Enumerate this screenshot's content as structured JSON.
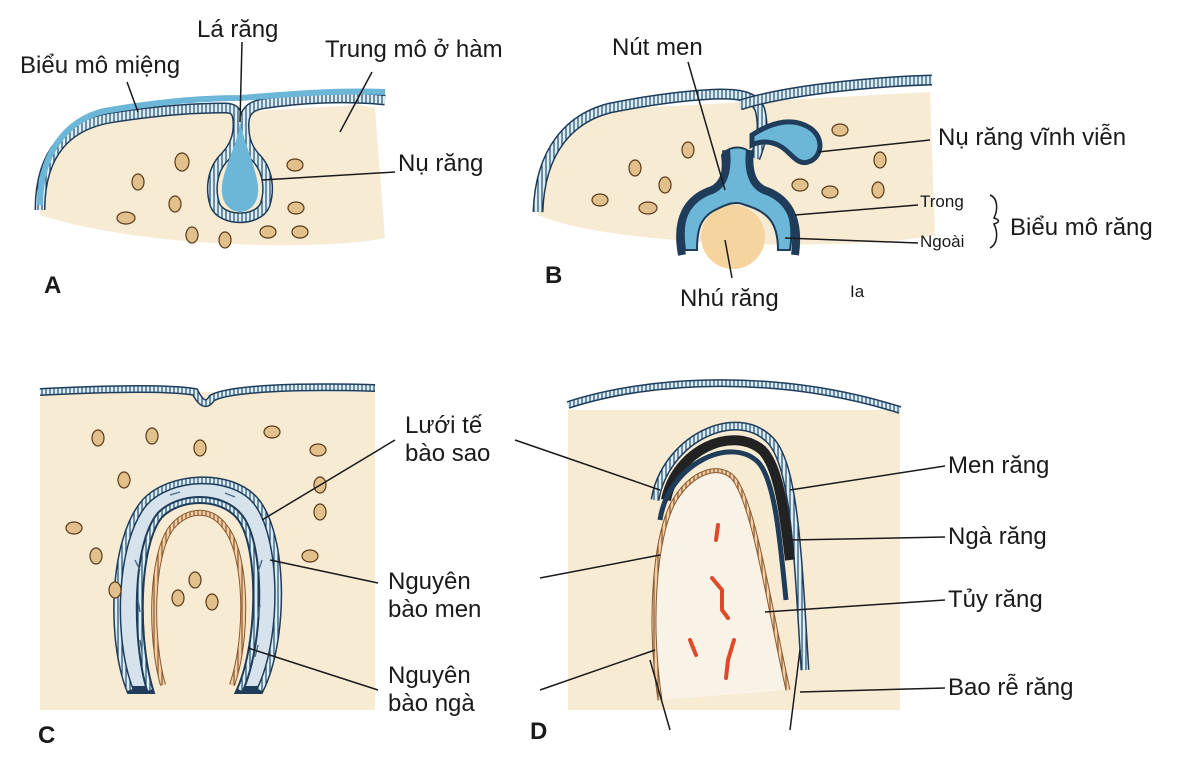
{
  "figure": {
    "panels": {
      "a": "A",
      "b": "B",
      "c": "C",
      "d": "D"
    },
    "stray_mark": "Ia",
    "labels": {
      "bieu_mo_mieng": "Biểu mô miệng",
      "la_rang": "Lá răng",
      "trung_mo_o_ham": "Trung mô ở hàm",
      "nu_rang": "Nụ răng",
      "nut_men": "Nút men",
      "nu_rang_vinh_vien": "Nụ răng vĩnh viễn",
      "trong": "Trong",
      "ngoai": "Ngoài",
      "bieu_mo_rang": "Biểu mô răng",
      "nhu_rang": "Nhú răng",
      "luoi_te_bao_sao": "Lưới tế bào sao",
      "nguyen_bao_men": "Nguyên bào men",
      "nguyen_bao_nga": "Nguyên bào ngà",
      "men_rang": "Men răng",
      "nga_rang": "Ngà răng",
      "tuy_rang": "Tủy răng",
      "bao_re_rang": "Bao rễ răng"
    },
    "colors": {
      "epithelium": "#6cb6d8",
      "epithelium_outline": "#1f3d5a",
      "mesenchyme": "#f8ebd4",
      "papilla": "#f6d4a0",
      "enamel": "#222222",
      "odontoblast": "#c98a5a",
      "pulp_vessels": "#e0482a",
      "cell": "#c8a068"
    }
  }
}
